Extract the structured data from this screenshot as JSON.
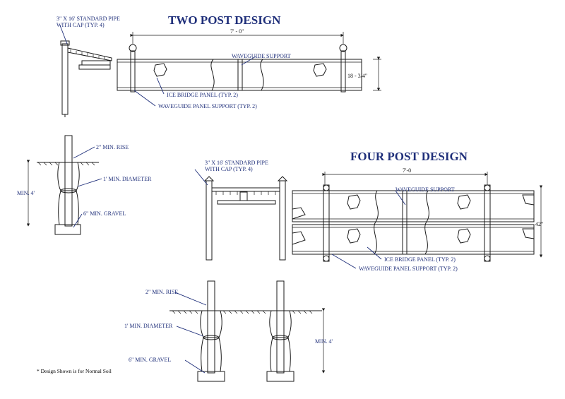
{
  "titles": {
    "two_post": "TWO POST DESIGN",
    "four_post": "FOUR POST DESIGN"
  },
  "two_post": {
    "pipe_label_1": "3\" X 16' STANDARD PIPE",
    "pipe_label_2": "WITH CAP (TYP. 4)",
    "width_dim": "7' - 0\"",
    "height_dim": "18 - 3/4\"",
    "waveguide_support": "WAVEGUIDE SUPPORT",
    "ice_bridge_panel": "ICE BRIDGE PANEL (TYP. 2)",
    "waveguide_panel_support": "WAVEGUIDE PANEL SUPPORT (TYP. 2)",
    "rise": "2\" MIN. RISE",
    "diameter": "1' MIN. DIAMETER",
    "depth": "MIN. 4'",
    "gravel": "6\" MIN. GRAVEL"
  },
  "four_post": {
    "pipe_label_1": "3\" X 16' STANDARD PIPE",
    "pipe_label_2": "WITH CAP (TYP. 4)",
    "width_dim": "7'-0",
    "height_dim": "42\"",
    "waveguide_support": "WAVEGUIDE SUPPORT",
    "ice_bridge_panel": "ICE BRIDGE PANEL (TYP. 2)",
    "waveguide_panel_support": "WAVEGUIDE PANEL SUPPORT (TYP. 2)",
    "rise": "2\" MIN. RISE",
    "diameter": "1' MIN. DIAMETER",
    "depth": "MIN. 4'",
    "gravel": "6\" MIN. GRAVEL"
  },
  "footnote": "* Design Shown is for Normal Soil",
  "colors": {
    "label": "#1f2f7a",
    "line": "#1a1a1a"
  }
}
